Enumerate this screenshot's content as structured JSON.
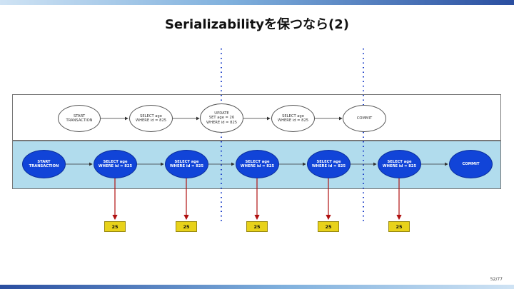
{
  "slide": {
    "title": "Serializabilityを保つなら(2)",
    "page_number": "52/77"
  },
  "transaction_a": {
    "nodes": [
      "START\nTRANSACTION",
      "SELECT age\nWHERE id = 825",
      "UPDATE\nSET age = 26\nWHERE id = 825",
      "SELECT age\nWHERE id = 825",
      "COMMIT"
    ]
  },
  "transaction_b": {
    "nodes": [
      "START\nTRANSACTION",
      "SELECT age\nWHERE id = 825",
      "SELECT age\nWHERE id = 825",
      "SELECT age\nWHERE id = 825",
      "SELECT age\nWHERE id = 825",
      "SELECT age\nWHERE id = 825",
      "COMMIT"
    ]
  },
  "results": [
    "25",
    "25",
    "25",
    "25",
    "25"
  ],
  "colors": {
    "blue_node": "#1144d8",
    "lane_fill": "#b1dced",
    "result_fill": "#e8d21a",
    "arrow_red": "#b01010",
    "dotted_line": "#1e40c8"
  }
}
